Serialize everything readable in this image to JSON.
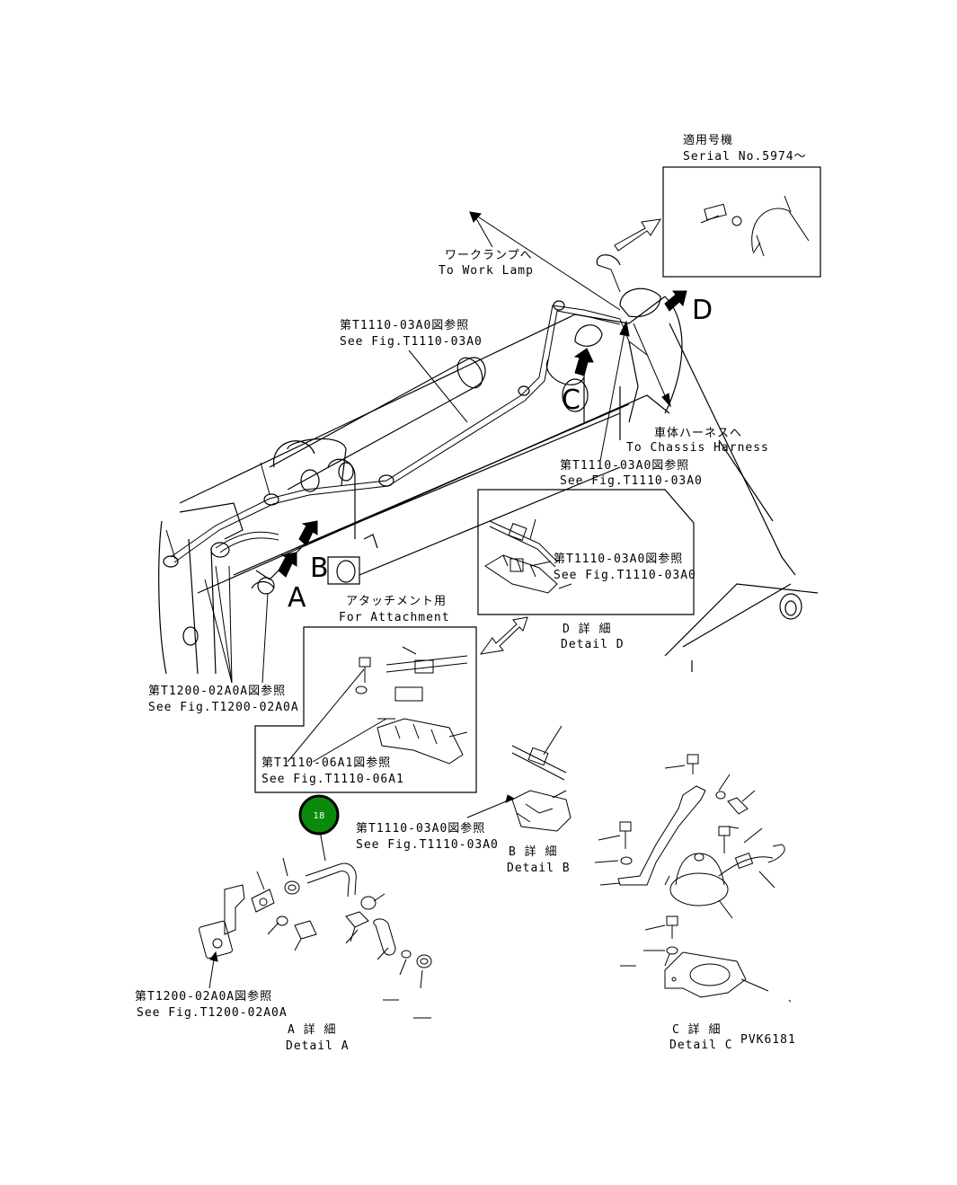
{
  "serial": {
    "jp": "適用号機",
    "en": "Serial No.5974〜"
  },
  "work_lamp": {
    "jp": "ワークランプへ",
    "en": "To Work Lamp"
  },
  "ref_top": {
    "jp": "第T1110-03A0図参照",
    "en": "See Fig.T1110-03A0"
  },
  "chassis": {
    "jp": "車体ハーネスへ",
    "en": "To Chassis Harness"
  },
  "ref_mid": {
    "jp": "第T1110-03A0図参照",
    "en": "See Fig.T1110-03A0"
  },
  "ref_detail_d": {
    "jp": "第T1110-03A0図参照",
    "en": "See Fig.T1110-03A0"
  },
  "detail_d": {
    "jp": "D 詳 細",
    "en": "Detail D"
  },
  "attachment": {
    "jp": "アタッチメント用",
    "en": "For Attachment"
  },
  "ref_left": {
    "jp": "第T1200-02A0A図参照",
    "en": "See Fig.T1200-02A0A"
  },
  "ref_attach": {
    "jp": "第T1110-06A1図参照",
    "en": "See Fig.T1110-06A1"
  },
  "ref_detail_b": {
    "jp": "第T1110-03A0図参照",
    "en": "See Fig.T1110-03A0"
  },
  "detail_b": {
    "jp": "B 詳 細",
    "en": "Detail B"
  },
  "ref_detail_a": {
    "jp": "第T1200-02A0A図参照",
    "en": "See Fig.T1200-02A0A"
  },
  "detail_a": {
    "jp": "A 詳 細",
    "en": "Detail A"
  },
  "detail_c": {
    "jp": "C 詳 細",
    "en": "Detail C"
  },
  "drawing_code": "PVK6181",
  "letters": {
    "a": "A",
    "b": "B",
    "c": "C",
    "d": "D"
  },
  "badge": {
    "label": "18",
    "color": "#0a8a0a"
  }
}
